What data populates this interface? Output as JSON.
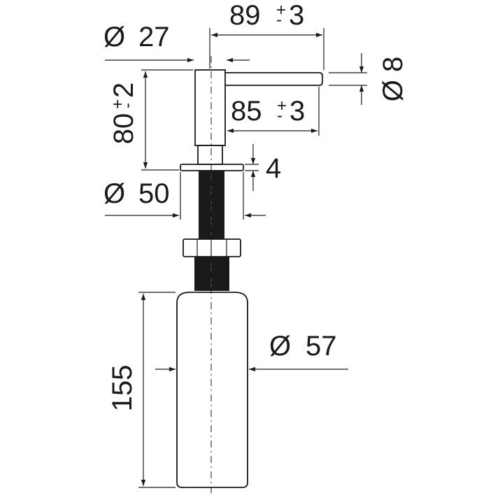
{
  "colors": {
    "line": "#1a1a1a",
    "fill_dark": "#1a1a1a",
    "background": "#ffffff"
  },
  "dimensions": {
    "total_reach": {
      "value": "89",
      "tolerance": "3"
    },
    "head_diameter": {
      "symbol": "Ø",
      "value": "27"
    },
    "spout_diameter": {
      "symbol": "Ø",
      "value": "8"
    },
    "height_above_deck": {
      "value": "80",
      "tolerance": "2"
    },
    "spout_reach": {
      "value": "85",
      "tolerance": "3"
    },
    "flange_thickness": {
      "value": "4"
    },
    "flange_diameter": {
      "symbol": "Ø",
      "value": "50"
    },
    "bottle_diameter": {
      "symbol": "Ø",
      "value": "57"
    },
    "bottle_height": {
      "value": "155"
    }
  }
}
